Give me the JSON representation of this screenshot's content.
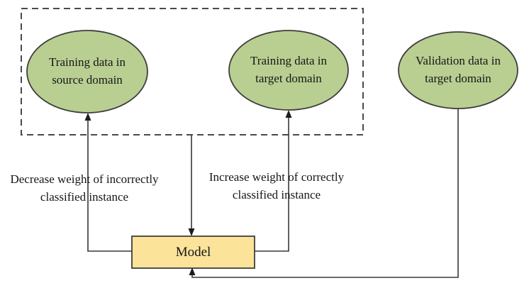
{
  "nodes": {
    "source_training": "Training data in source domain",
    "target_training": "Training data in target domain",
    "target_validation": "Validation data in target domain",
    "model": "Model"
  },
  "edge_labels": {
    "decrease_weight": "Decrease weight of incorrectly classified instance",
    "increase_weight": "Increase weight of correctly classified instance"
  },
  "colors": {
    "node_green": "#b9cf92",
    "model_yellow": "#fbe39a",
    "line": "#383838",
    "node_stroke": "#3e3e3e",
    "dashed_border": "#4a4a4a",
    "text": "#161616"
  }
}
